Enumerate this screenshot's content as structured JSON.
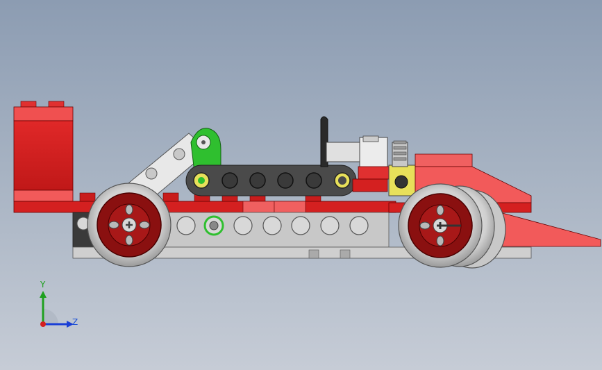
{
  "viewport": {
    "background_top": "#8c9cb2",
    "background_bottom": "#c6ccd6"
  },
  "model": {
    "subject": "lego-technic-race-car",
    "view": "side",
    "colors": {
      "red": "#d42020",
      "dark_red": "#a81818",
      "light_red": "#f05a5a",
      "gray": "#b8b8b8",
      "light_gray": "#d8d8d8",
      "dark_gray": "#444444",
      "wheel_rim": "#8a1010",
      "green": "#2fbf2f",
      "yellow": "#e8e05a"
    }
  },
  "triad": {
    "y_label": "Y",
    "z_label": "Z",
    "y_color": "#1fa01f",
    "z_color": "#1a3fd6",
    "origin_color": "#d42020"
  }
}
